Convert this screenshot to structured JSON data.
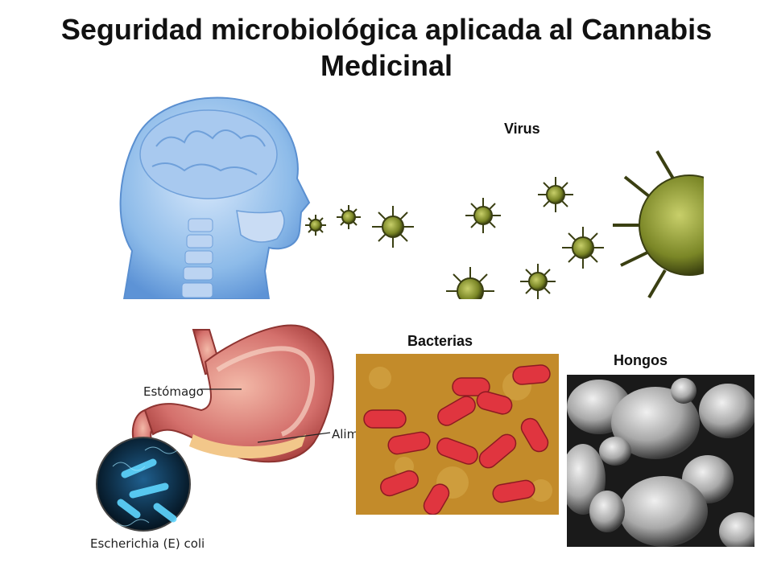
{
  "slide": {
    "title": "Seguridad microbiológica aplicada al Cannabis Medicinal"
  },
  "labels": {
    "virus": "Virus",
    "bacterias": "Bacterias",
    "hongos": "Hongos",
    "estomago": "Estómago",
    "alimento": "Alim",
    "ecoli": "Escherichia (E) coli"
  },
  "colors": {
    "head": "#7fb0e6",
    "virus": "#6e7a22",
    "stomach": "#d87a76",
    "bacteria": "#e0353f",
    "bacteria_bg": "#c9922a",
    "fungi": "#9a9a9a",
    "ecoli_bg": "#0a2a44"
  }
}
